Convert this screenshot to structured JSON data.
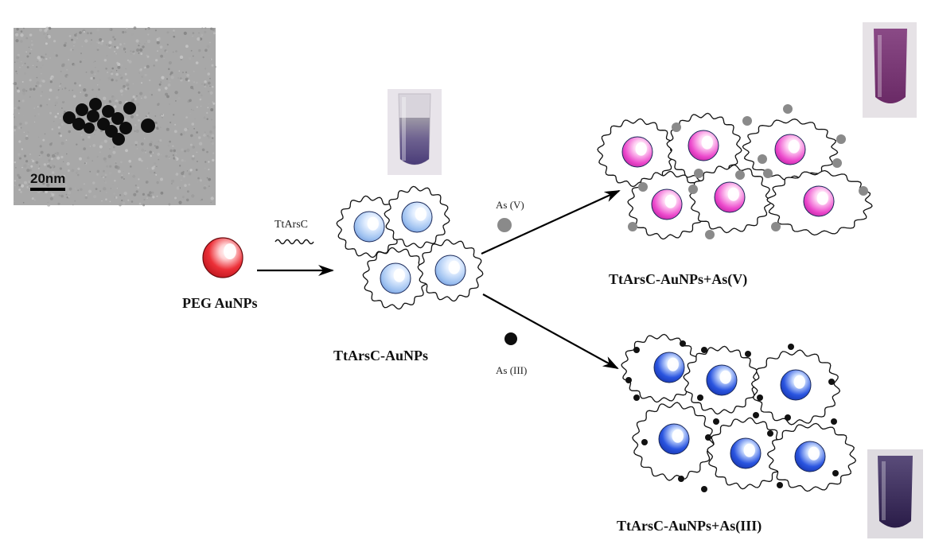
{
  "labels": {
    "tem_scale": "20nm",
    "peg_aunps": "PEG AuNPs",
    "ttarsc": "TtArsC",
    "ttarsc_aunps": "TtArsC-AuNPs",
    "as_v": "As (V)",
    "as_iii": "As (III)",
    "result_v": "TtArsC-AuNPs+As(V)",
    "result_iii": "TtArsC-AuNPs+As(III)"
  },
  "colors": {
    "peg_particle": "#e8202a",
    "bound_particle": "#8fb6ee",
    "as_v_particle": "#e83fc8",
    "as_iii_particle": "#1e46d8",
    "as_v_ion": "#8a8a8a",
    "as_iii_ion": "#111111",
    "tube_initial": "#5a4a86",
    "tube_as_v": "#7a3a74",
    "tube_as_iii": "#3a2c5a"
  }
}
